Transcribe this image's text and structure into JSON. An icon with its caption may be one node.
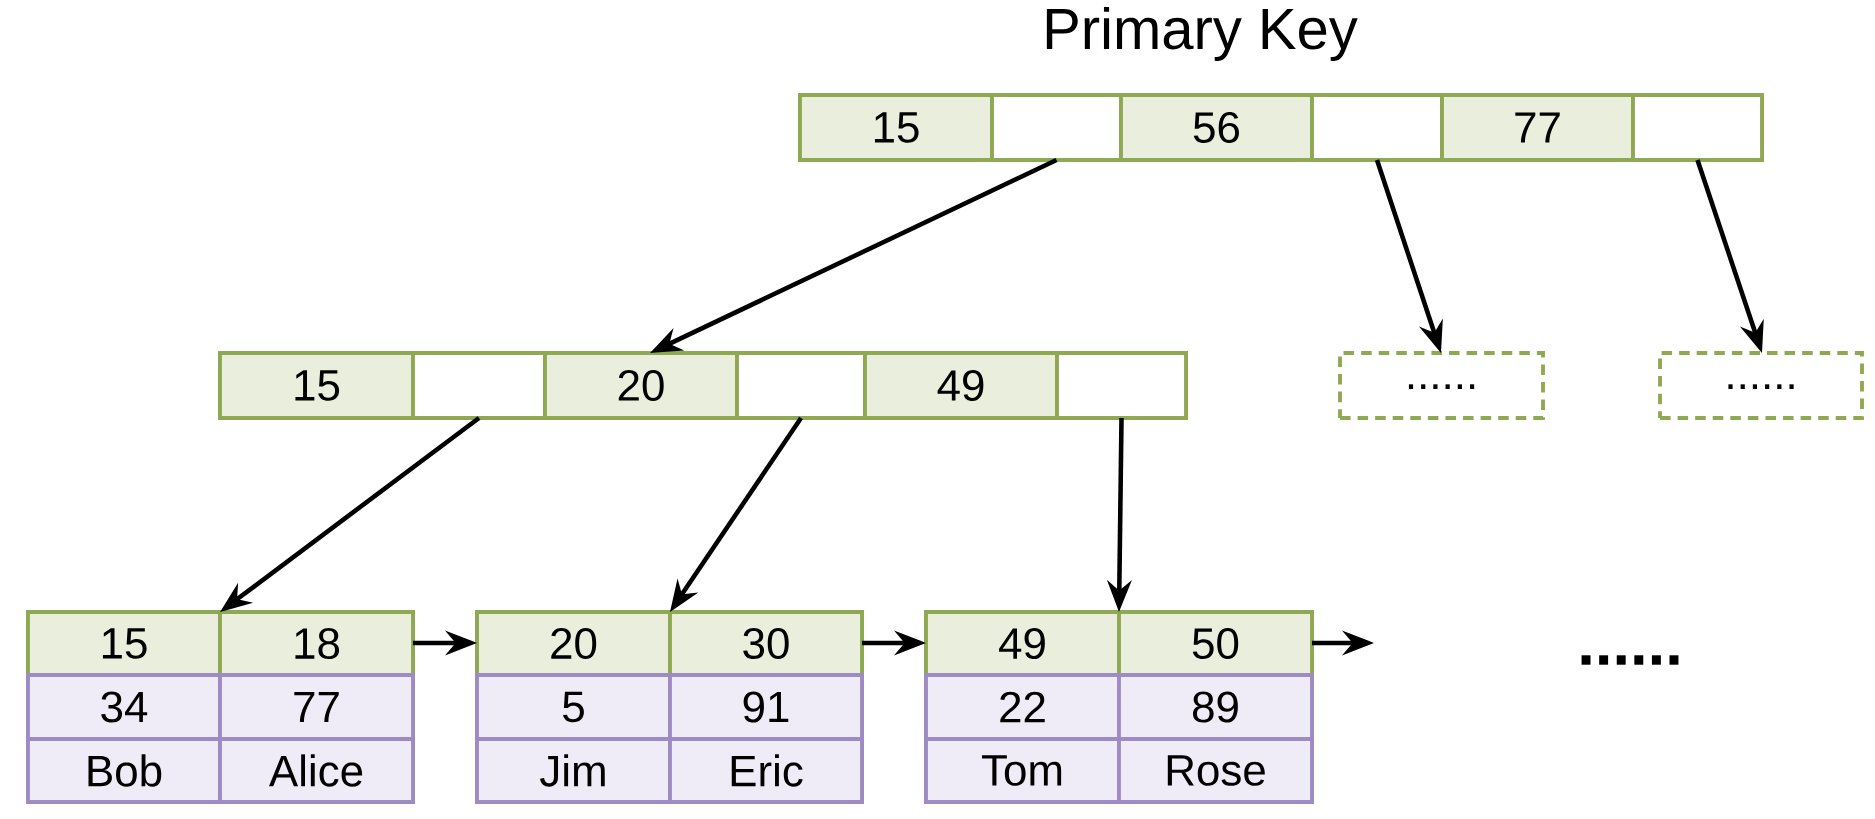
{
  "diagram": {
    "title": "Primary Key",
    "nodes": [
      {
        "text": [],
        "shape": "box"
      },
      {
        "text": [
          "15"
        ],
        "in": 0
      },
      {
        "text": [],
        "shape": "box",
        "in": 0
      },
      {
        "text": [
          "56"
        ],
        "in": 0
      },
      {
        "text": [],
        "shape": "box",
        "in": 0
      },
      {
        "text": [
          "77"
        ],
        "in": 0
      },
      {
        "text": [],
        "shape": "box",
        "in": 0
      },
      {
        "text": [],
        "shape": "box"
      },
      {
        "text": [
          "15"
        ],
        "in": 7
      },
      {
        "text": [],
        "shape": "box",
        "in": 7
      },
      {
        "text": [
          "20"
        ],
        "in": 7
      },
      {
        "text": [],
        "shape": "box",
        "in": 7
      },
      {
        "text": [
          "49"
        ],
        "in": 7
      },
      {
        "text": [],
        "shape": "box",
        "in": 7
      },
      {
        "text": [
          "......"
        ]
      },
      {
        "text": [
          "......"
        ]
      },
      {
        "text": [],
        "shape": "box"
      },
      {
        "text": [
          "15"
        ],
        "in": 16
      },
      {
        "text": [
          "18"
        ],
        "in": 16
      },
      {
        "text": [
          "34"
        ],
        "in": 16
      },
      {
        "text": [
          "77"
        ],
        "in": 16
      },
      {
        "text": [
          "Bob"
        ],
        "in": 16
      },
      {
        "text": [
          "Alice"
        ],
        "in": 16
      },
      {
        "text": [],
        "shape": "box"
      },
      {
        "text": [
          "20"
        ],
        "in": 23
      },
      {
        "text": [
          "30"
        ],
        "in": 23
      },
      {
        "text": [
          "5"
        ],
        "in": 23
      },
      {
        "text": [
          "91"
        ],
        "in": 23
      },
      {
        "text": [
          "Jim"
        ],
        "in": 23
      },
      {
        "text": [
          "Eric"
        ],
        "in": 23
      },
      {
        "text": [],
        "shape": "box"
      },
      {
        "text": [
          "49"
        ],
        "in": 30
      },
      {
        "text": [
          "50"
        ],
        "in": 30
      },
      {
        "text": [
          "22"
        ],
        "in": 30
      },
      {
        "text": [
          "89"
        ],
        "in": 30
      },
      {
        "text": [
          "Tom"
        ],
        "in": 30
      },
      {
        "text": [
          "Rose"
        ],
        "in": 30
      }
    ],
    "edges": [
      {
        "from": 2,
        "to": 7,
        "arrow": "to"
      },
      {
        "from": 4,
        "to": 14,
        "arrow": "to"
      },
      {
        "from": 6,
        "to": 15,
        "arrow": "to"
      },
      {
        "from": 9,
        "to": 16,
        "arrow": "to"
      },
      {
        "from": 11,
        "to": 23,
        "arrow": "to"
      },
      {
        "from": 13,
        "to": 30,
        "arrow": "to"
      },
      {
        "from": 16,
        "to": 23,
        "arrow": "to"
      },
      {
        "from": 23,
        "to": 30,
        "arrow": "to"
      },
      {
        "from": 30,
        "to": null,
        "arrow": "to"
      }
    ],
    "labels": [
      "......"
    ]
  }
}
